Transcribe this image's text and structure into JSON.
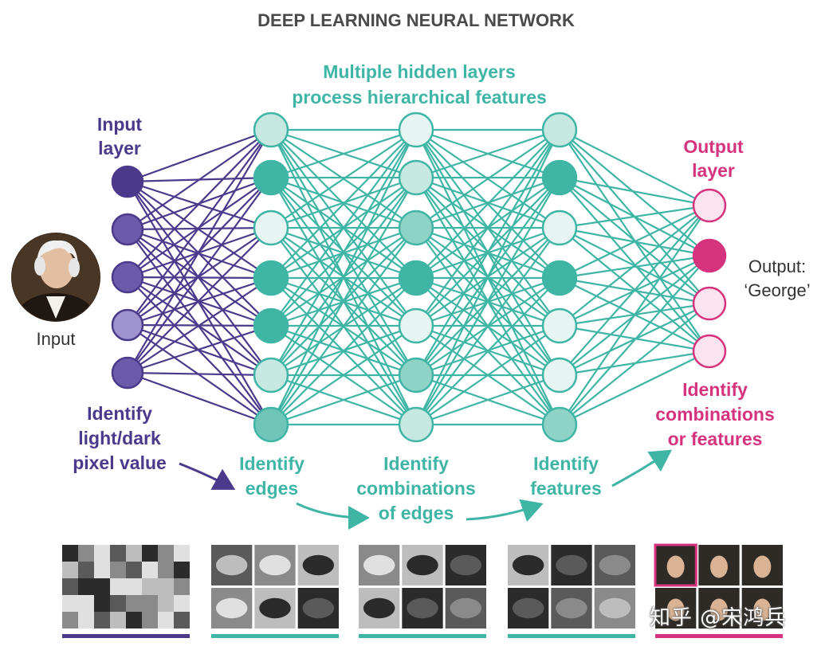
{
  "title": "DEEP LEARNING NEURAL NETWORK",
  "labels": {
    "hidden_title_1": "Multiple hidden layers",
    "hidden_title_2": "process hierarchical features",
    "input_layer_1": "Input",
    "input_layer_2": "layer",
    "output_layer_1": "Output",
    "output_layer_2": "layer",
    "input_caption": "Input",
    "output_value_1": "Output:",
    "output_value_2": "‘George’",
    "input_desc": [
      "Identify",
      "light/dark",
      "pixel value"
    ],
    "h1_desc": [
      "Identify",
      "edges"
    ],
    "h2_desc": [
      "Identify",
      "combinations",
      "of edges"
    ],
    "h3_desc": [
      "Identify",
      "features"
    ],
    "output_desc": [
      "Identify",
      "combinations",
      "or features"
    ]
  },
  "watermark": "知乎 @宋鸿兵",
  "colors": {
    "title": "#4a4a4a",
    "input": "#4b3a8c",
    "hidden": "#3fb5a5",
    "output": "#d6337f",
    "text_dark": "#333333"
  },
  "layers": [
    {
      "name": "input",
      "nodes": 5,
      "fills": [
        "#4b3a8c",
        "#6b5cab",
        "#6b5cab",
        "#9d93cf",
        "#6b5cab"
      ]
    },
    {
      "name": "hidden-1",
      "nodes": 7,
      "fills": [
        "#c7e7e1",
        "#3fb5a5",
        "#e6f5f2",
        "#3fb5a5",
        "#3fb5a5",
        "#c7e7e1",
        "#6fc6b8"
      ]
    },
    {
      "name": "hidden-2",
      "nodes": 7,
      "fills": [
        "#e6f5f2",
        "#c7e7e1",
        "#8fd2c6",
        "#3fb5a5",
        "#e6f5f2",
        "#8fd2c6",
        "#c7e7e1"
      ]
    },
    {
      "name": "hidden-3",
      "nodes": 7,
      "fills": [
        "#c7e7e1",
        "#3fb5a5",
        "#e6f5f2",
        "#3fb5a5",
        "#e6f5f2",
        "#e6f5f2",
        "#8fd2c6"
      ]
    },
    {
      "name": "output",
      "nodes": 4,
      "fills": [
        "#fbe4ef",
        "#d6337f",
        "#fbe4ef",
        "#fbe4ef"
      ]
    }
  ],
  "feature_panels": [
    {
      "name": "pixel-grid",
      "accent": "input"
    },
    {
      "name": "edges",
      "accent": "hidden"
    },
    {
      "name": "combinations-of-edges",
      "accent": "hidden"
    },
    {
      "name": "features",
      "accent": "hidden"
    },
    {
      "name": "faces",
      "accent": "output"
    }
  ]
}
